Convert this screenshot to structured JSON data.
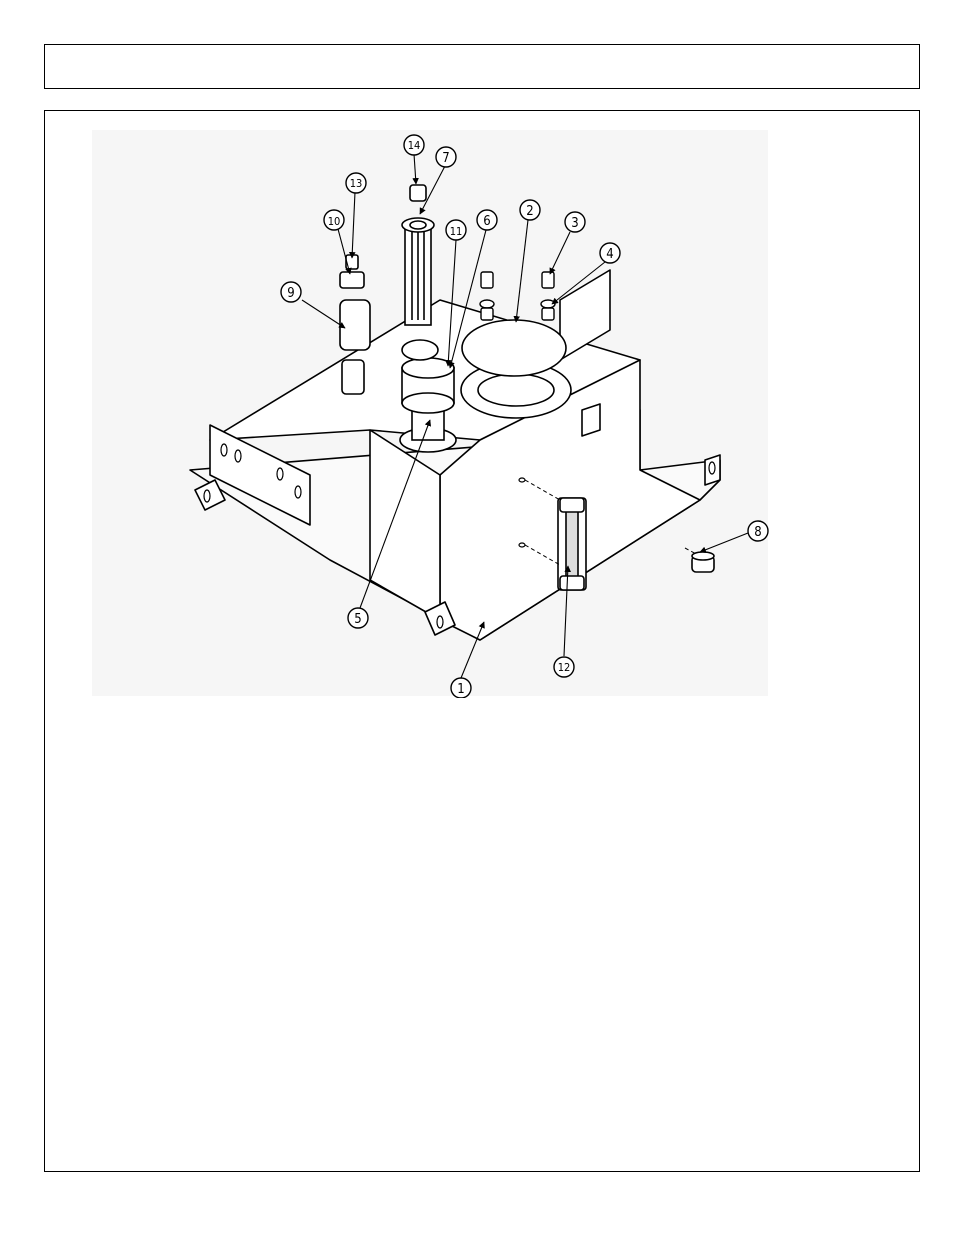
{
  "header": {
    "title": ""
  },
  "diagram": {
    "callouts": [
      {
        "id": "callout-1",
        "number": "1"
      },
      {
        "id": "callout-2",
        "number": "2"
      },
      {
        "id": "callout-3",
        "number": "3"
      },
      {
        "id": "callout-4",
        "number": "4"
      },
      {
        "id": "callout-5",
        "number": "5"
      },
      {
        "id": "callout-6",
        "number": "6"
      },
      {
        "id": "callout-7",
        "number": "7"
      },
      {
        "id": "callout-8",
        "number": "8"
      },
      {
        "id": "callout-9",
        "number": "9"
      },
      {
        "id": "callout-10",
        "number": "10"
      },
      {
        "id": "callout-11",
        "number": "11"
      },
      {
        "id": "callout-12",
        "number": "12"
      },
      {
        "id": "callout-13",
        "number": "13"
      },
      {
        "id": "callout-14",
        "number": "14"
      }
    ]
  }
}
